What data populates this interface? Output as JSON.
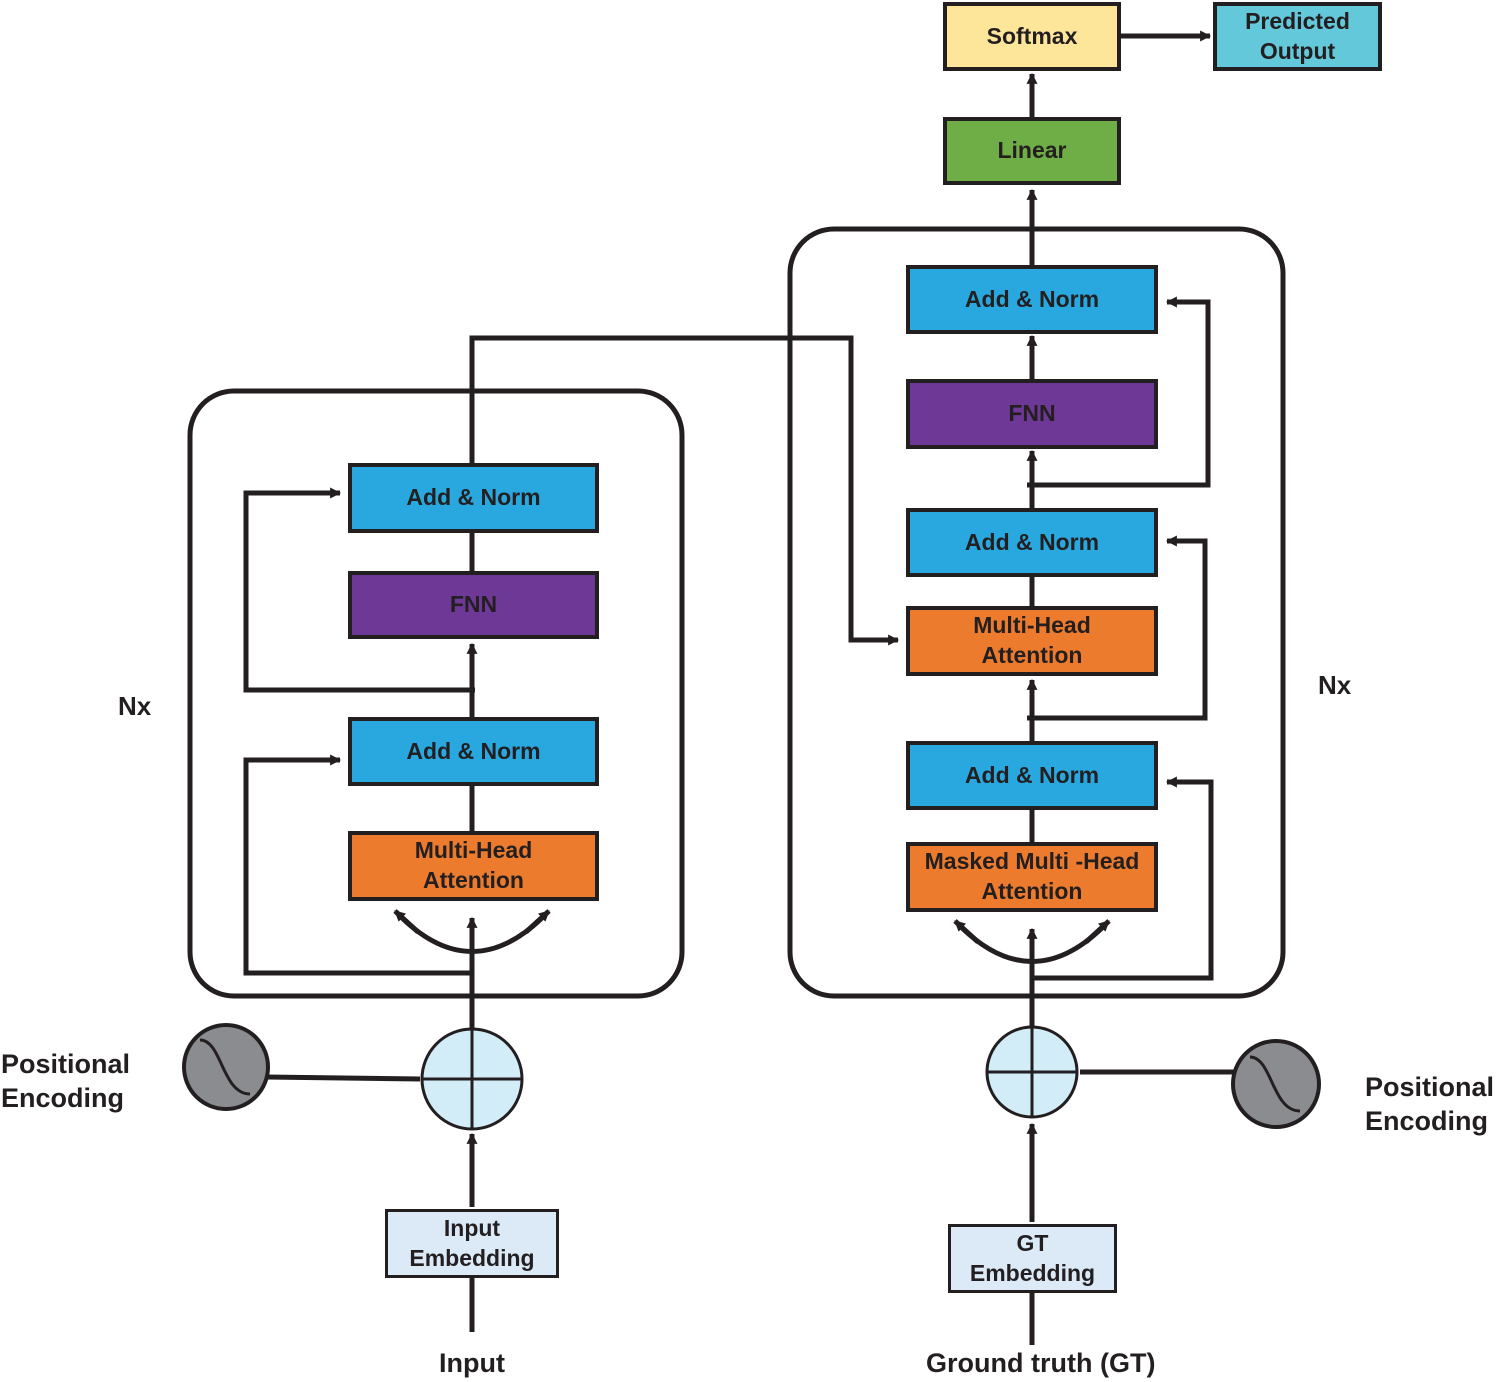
{
  "colors": {
    "add_norm": "#29a8e0",
    "fnn": "#6e3896",
    "attention": "#ec7b2e",
    "linear": "#6fad46",
    "softmax": "#fde69a",
    "output": "#62c8da",
    "embedding": "#dceaf7",
    "adder": "#d3edf8",
    "positional_encoding": "#8a8c8f",
    "line": "#231f20"
  },
  "encoder": {
    "repeat_label": "Nx",
    "add_norm_top": "Add & Norm",
    "fnn": "FNN",
    "add_norm_bottom": "Add & Norm",
    "attention": "Multi-Head\nAttention",
    "positional_encoding": "Positional\nEncoding",
    "embedding": "Input\nEmbedding",
    "input_label": "Input"
  },
  "decoder": {
    "repeat_label": "Nx",
    "add_norm_top": "Add & Norm",
    "fnn": "FNN",
    "add_norm_middle": "Add & Norm",
    "cross_attention": "Multi-Head\nAttention",
    "add_norm_bottom": "Add & Norm",
    "masked_attention": "Masked Multi -Head\nAttention",
    "positional_encoding": "Positional\nEncoding",
    "embedding": "GT\nEmbedding",
    "input_label": "Ground truth (GT)"
  },
  "output": {
    "linear": "Linear",
    "softmax": "Softmax",
    "predicted": "Predicted\nOutput"
  }
}
